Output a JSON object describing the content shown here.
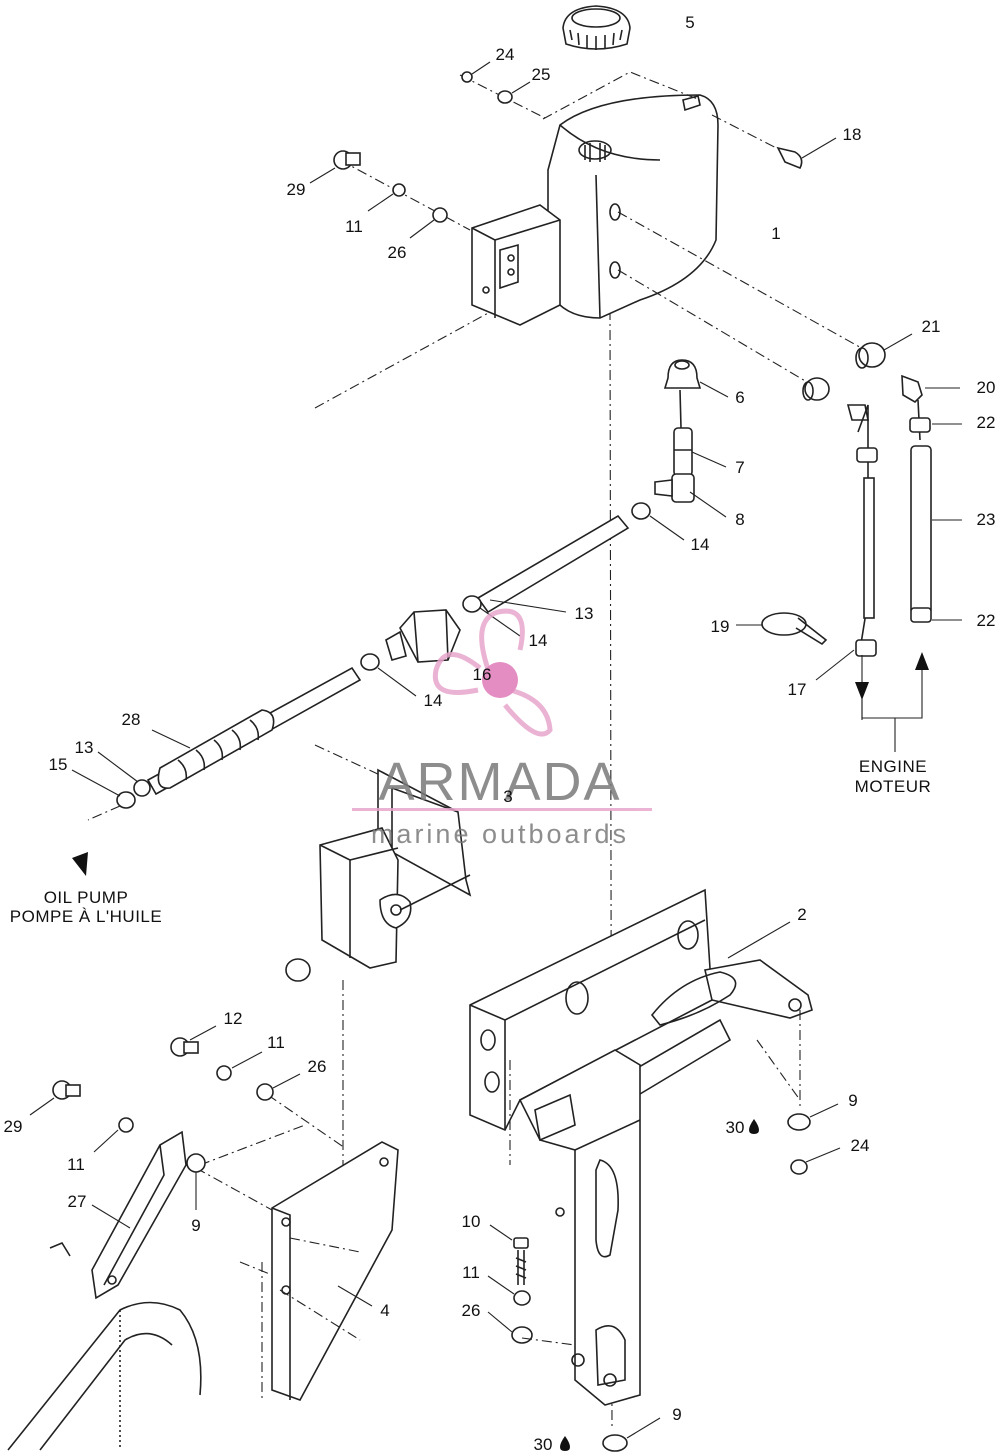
{
  "part_labels": [
    {
      "id": "p5",
      "text": "5"
    },
    {
      "id": "p24a",
      "text": "24"
    },
    {
      "id": "p25",
      "text": "25"
    },
    {
      "id": "p18",
      "text": "18"
    },
    {
      "id": "p29a",
      "text": "29"
    },
    {
      "id": "p11a",
      "text": "11"
    },
    {
      "id": "p26a",
      "text": "26"
    },
    {
      "id": "p1",
      "text": "1"
    },
    {
      "id": "p21",
      "text": "21"
    },
    {
      "id": "p20",
      "text": "20"
    },
    {
      "id": "p6",
      "text": "6"
    },
    {
      "id": "p22a",
      "text": "22"
    },
    {
      "id": "p7",
      "text": "7"
    },
    {
      "id": "p8",
      "text": "8"
    },
    {
      "id": "p23",
      "text": "23"
    },
    {
      "id": "p14a",
      "text": "14"
    },
    {
      "id": "p13a",
      "text": "13"
    },
    {
      "id": "p14b",
      "text": "14"
    },
    {
      "id": "p19",
      "text": "19"
    },
    {
      "id": "p22b",
      "text": "22"
    },
    {
      "id": "p16",
      "text": "16"
    },
    {
      "id": "p17",
      "text": "17"
    },
    {
      "id": "p14c",
      "text": "14"
    },
    {
      "id": "p28",
      "text": "28"
    },
    {
      "id": "p13b",
      "text": "13"
    },
    {
      "id": "p15",
      "text": "15"
    },
    {
      "id": "p3",
      "text": "3"
    },
    {
      "id": "p2",
      "text": "2"
    },
    {
      "id": "p12",
      "text": "12"
    },
    {
      "id": "p11b",
      "text": "11"
    },
    {
      "id": "p26b",
      "text": "26"
    },
    {
      "id": "p9a",
      "text": "9"
    },
    {
      "id": "p30a",
      "text": "30"
    },
    {
      "id": "p24b",
      "text": "24"
    },
    {
      "id": "p29b",
      "text": "29"
    },
    {
      "id": "p11c",
      "text": "11"
    },
    {
      "id": "p9b",
      "text": "9"
    },
    {
      "id": "p27",
      "text": "27"
    },
    {
      "id": "p10",
      "text": "10"
    },
    {
      "id": "p11d",
      "text": "11"
    },
    {
      "id": "p26c",
      "text": "26"
    },
    {
      "id": "p4",
      "text": "4"
    },
    {
      "id": "p9c",
      "text": "9"
    },
    {
      "id": "p30b",
      "text": "30"
    }
  ],
  "captions": {
    "engine_en": "ENGINE",
    "engine_fr": "MOTEUR",
    "oil_pump_en": "OIL PUMP",
    "oil_pump_fr": "POMPE À L'HUILE"
  },
  "watermark": {
    "brand": "ARMADA",
    "tagline": "marine outboards",
    "logo_color": "#e8a6cc",
    "logo_center_color": "#e07ab8",
    "text_color": "#7a7a7a"
  },
  "symbols": {
    "oil_drop": "oil-drop-icon"
  }
}
